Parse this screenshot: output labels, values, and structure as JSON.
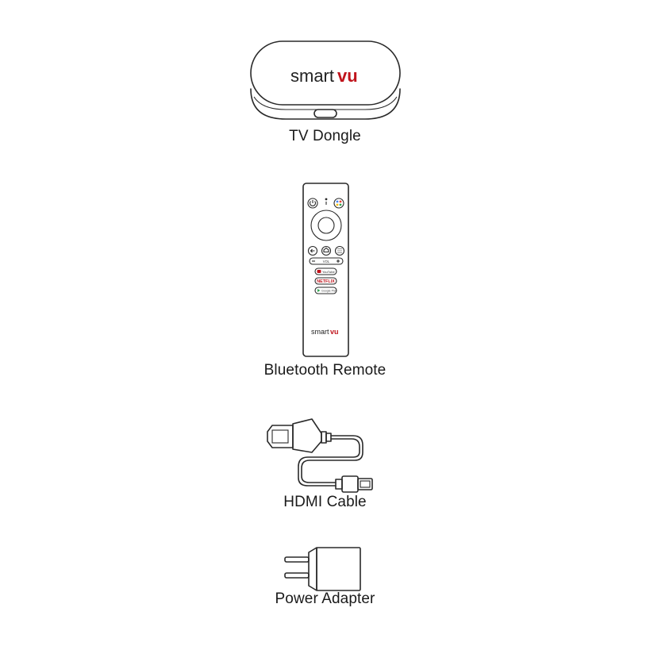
{
  "brand": {
    "name_part1": "smart",
    "name_part2": "vu",
    "accent_color": "#c0141c"
  },
  "items": [
    {
      "label": "TV Dongle",
      "icon": "tv-dongle-icon"
    },
    {
      "label": "Bluetooth Remote",
      "icon": "remote-icon"
    },
    {
      "label": "HDMI Cable",
      "icon": "hdmi-cable-icon"
    },
    {
      "label": "Power Adapter",
      "icon": "power-adapter-icon"
    }
  ],
  "remote": {
    "vol_label": "VOL",
    "youtube_label": "YouTube",
    "netflix_label": "NETFLIX",
    "play_label": "Google Play"
  }
}
